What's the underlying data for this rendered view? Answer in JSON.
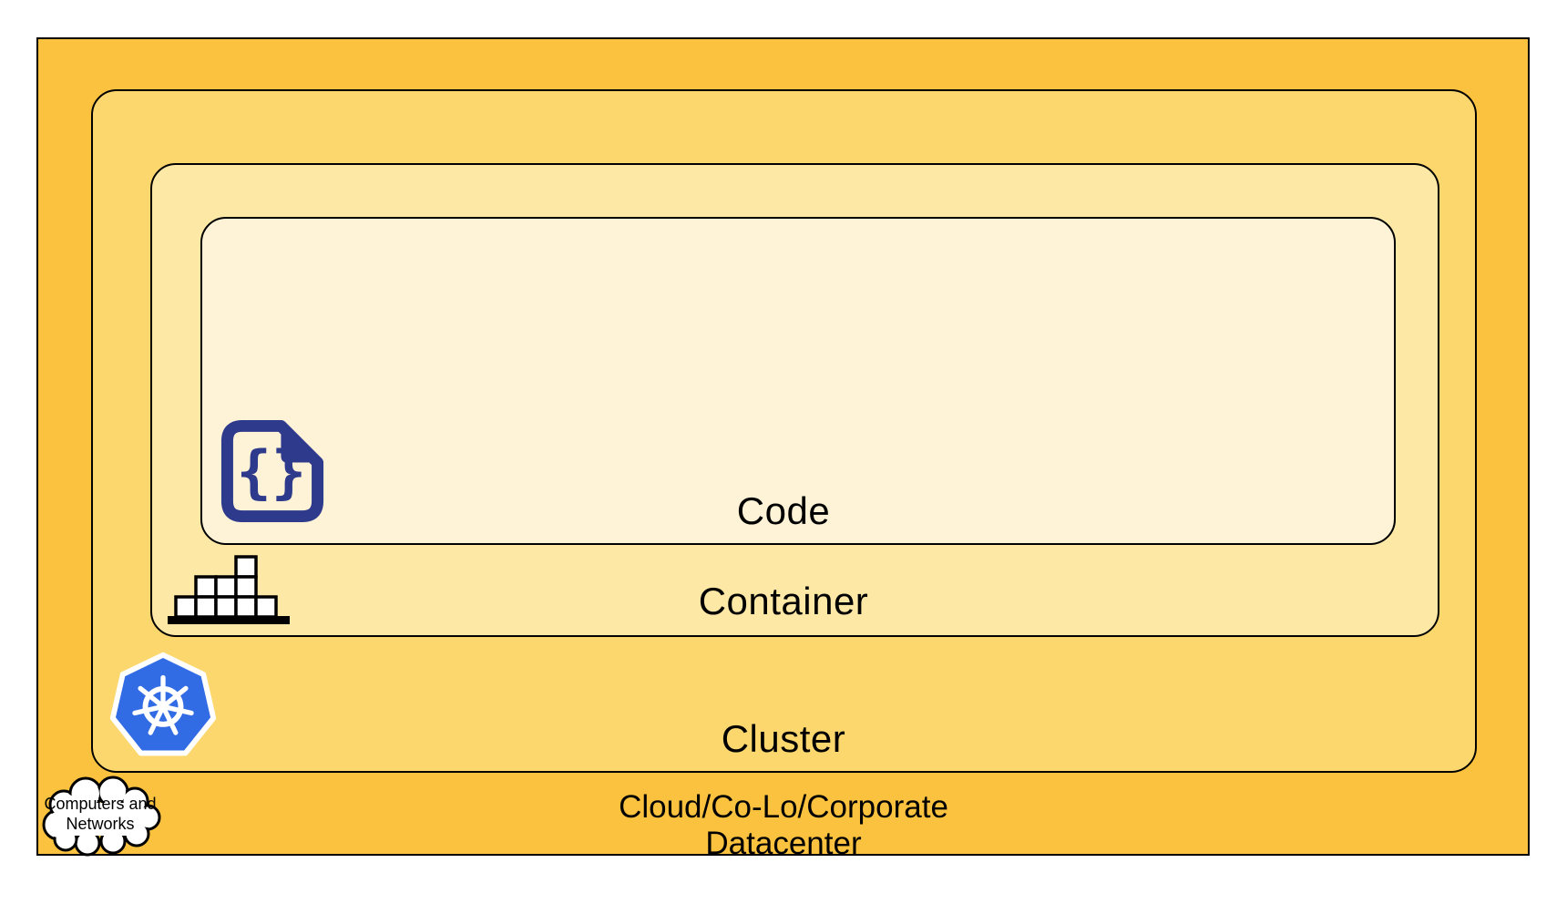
{
  "diagram": {
    "layers": [
      {
        "id": "code",
        "label": "Code"
      },
      {
        "id": "container",
        "label": "Container"
      },
      {
        "id": "cluster",
        "label": "Cluster"
      },
      {
        "id": "datacenter",
        "label_line1": "Cloud/Co-Lo/Corporate",
        "label_line2": "Datacenter"
      }
    ],
    "cloud_callout": {
      "line1": "Computers and",
      "line2": "Networks"
    },
    "icons": {
      "code": "code-file-icon",
      "container": "container-boxes-icon",
      "cluster": "kubernetes-icon",
      "datacenter": "cloud-icon"
    },
    "colors": {
      "datacenter_fill": "#FAC23E",
      "cluster_fill": "#FCD76E",
      "container_fill": "#FDE8A6",
      "code_fill": "#FEF3D7",
      "border": "#000000",
      "icon_navy": "#2E3A8C",
      "kubernetes_blue": "#326CE5",
      "icon_white": "#FFFFFF"
    }
  }
}
